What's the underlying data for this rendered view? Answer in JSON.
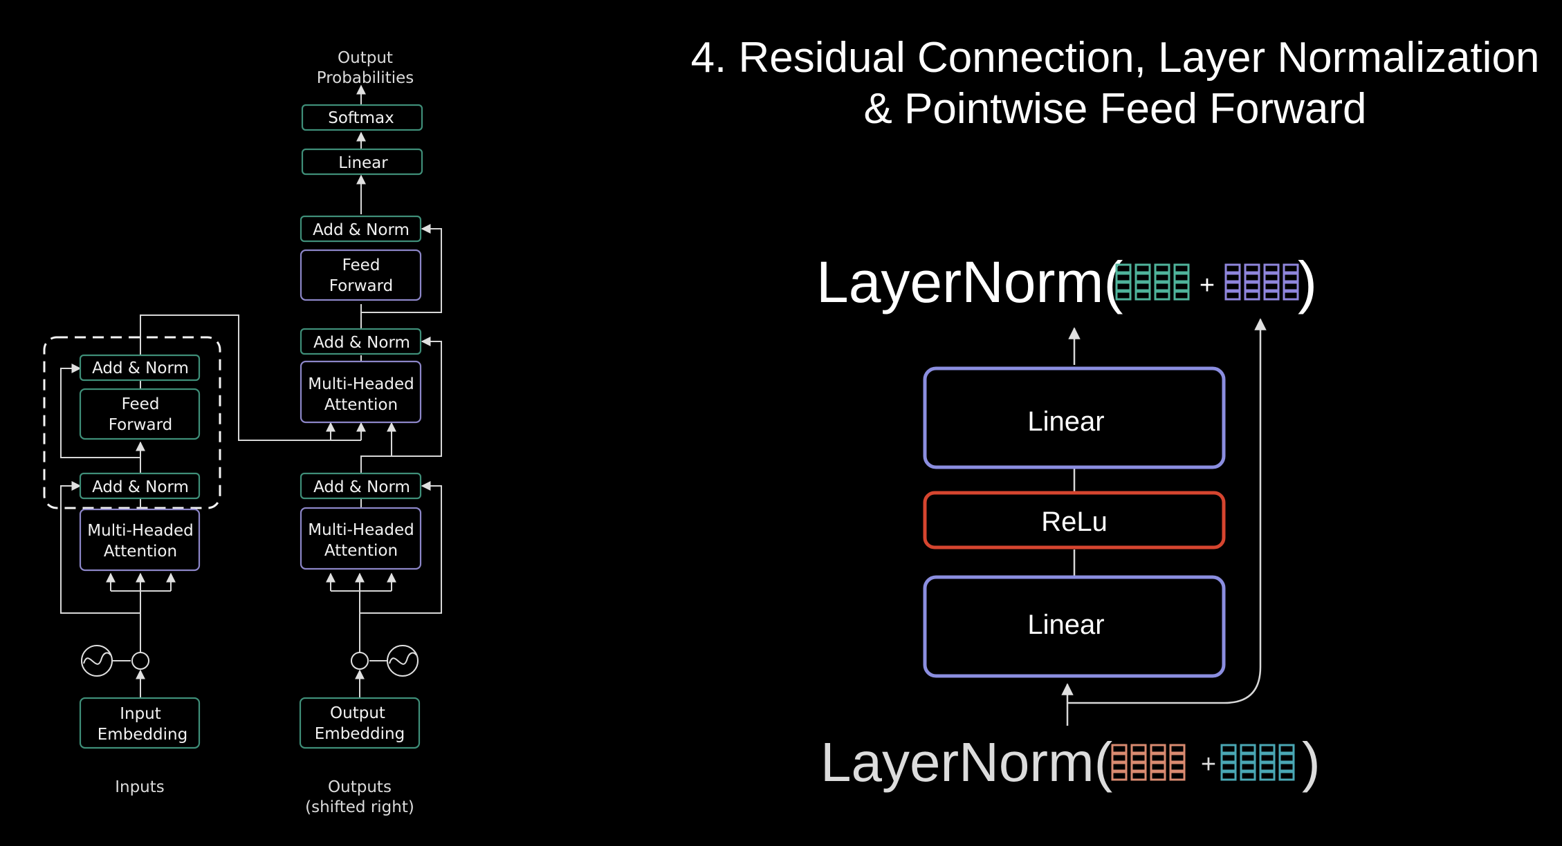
{
  "slide": {
    "title_line1": "4. Residual Connection, Layer Normalization",
    "title_line2": "& Pointwise Feed Forward"
  },
  "transformer": {
    "output_probabilities": [
      "Output",
      "Probabilities"
    ],
    "softmax": "Softmax",
    "linear": "Linear",
    "add_norm": "Add & Norm",
    "feed_forward": [
      "Feed",
      "Forward"
    ],
    "multi_headed_attention": [
      "Multi-Headed",
      "Attention"
    ],
    "input_embedding": [
      "Input",
      "Embedding"
    ],
    "output_embedding": [
      "Output",
      "Embedding"
    ],
    "inputs": "Inputs",
    "outputs": [
      "Outputs",
      "(shifted right)"
    ]
  },
  "detail": {
    "top_formula_prefix": "LayerNorm(",
    "bottom_formula_prefix": "LayerNorm(",
    "formula_suffix": ")",
    "plus": "+",
    "linear_top": "Linear",
    "relu": "ReLu",
    "linear_bottom": "Linear"
  },
  "colors": {
    "encoder_stroke": "#3f8f79",
    "decoder_stroke": "#8c86c8",
    "relu_stroke": "#d6452f",
    "teal_vector": "#4fb39b",
    "purple_vector": "#8f86dc",
    "orange_vector": "#d98a70",
    "cyan_vector": "#4aa7b4"
  }
}
